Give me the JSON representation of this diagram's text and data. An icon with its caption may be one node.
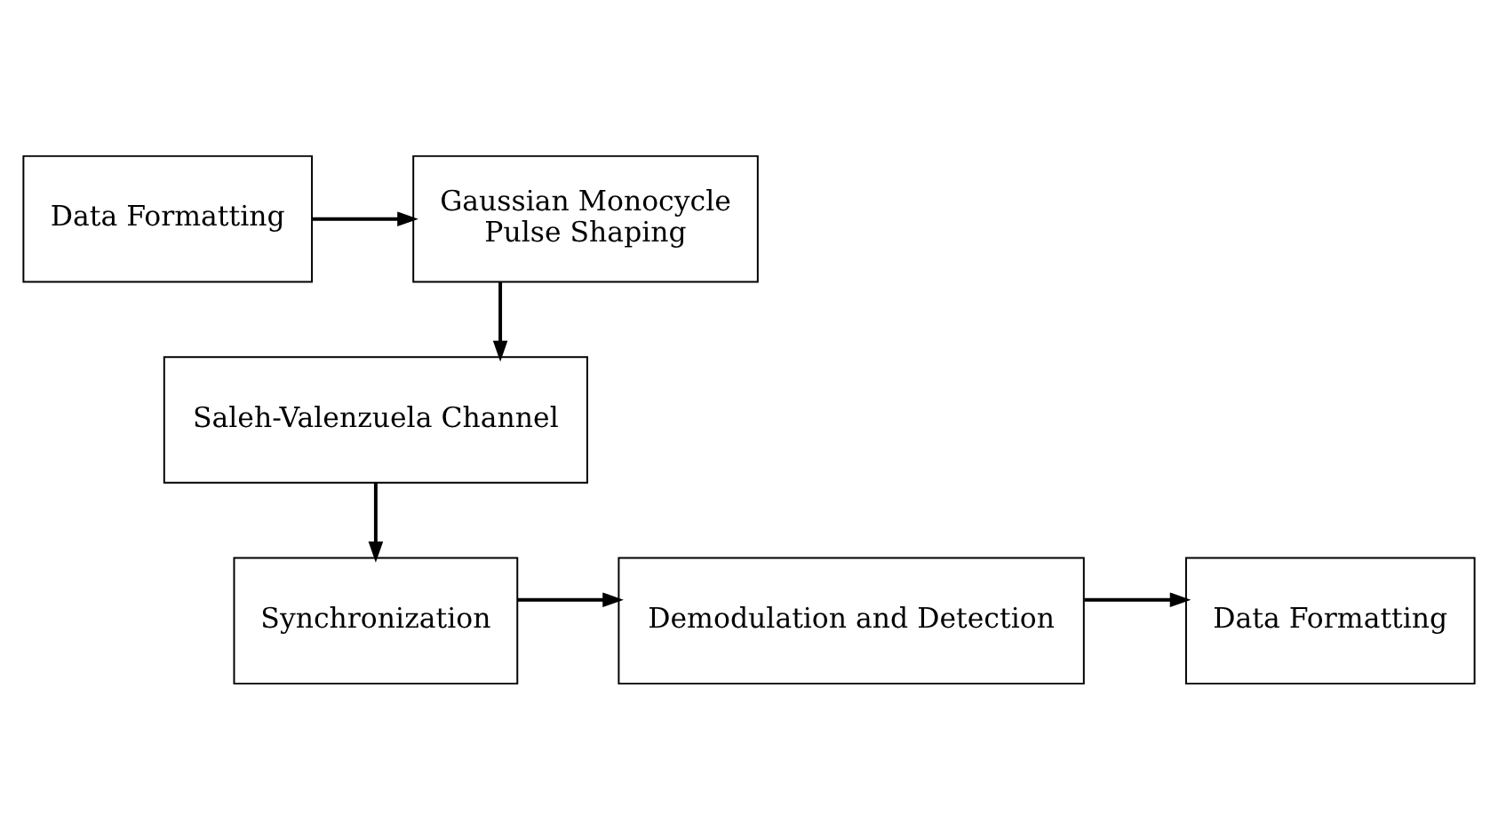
{
  "diagram": {
    "nodes": [
      {
        "text": [
          "Data Formatting"
        ]
      },
      {
        "text": [
          "Gaussian Monocycle Pulse Shaping"
        ]
      },
      {
        "text": [
          "Saleh-Valenzuela Channel"
        ]
      },
      {
        "text": [
          "Synchronization"
        ]
      },
      {
        "text": [
          "Demodulation and Detection"
        ]
      },
      {
        "text": [
          "Data Formatting"
        ]
      }
    ],
    "edges": [
      {
        "from": 0,
        "to": 1,
        "arrow": "to"
      },
      {
        "from": 1,
        "to": 2,
        "arrow": "to"
      },
      {
        "from": 2,
        "to": 3,
        "arrow": "to"
      },
      {
        "from": 3,
        "to": 4,
        "arrow": "to"
      },
      {
        "from": 4,
        "to": 5,
        "arrow": "to"
      }
    ]
  }
}
